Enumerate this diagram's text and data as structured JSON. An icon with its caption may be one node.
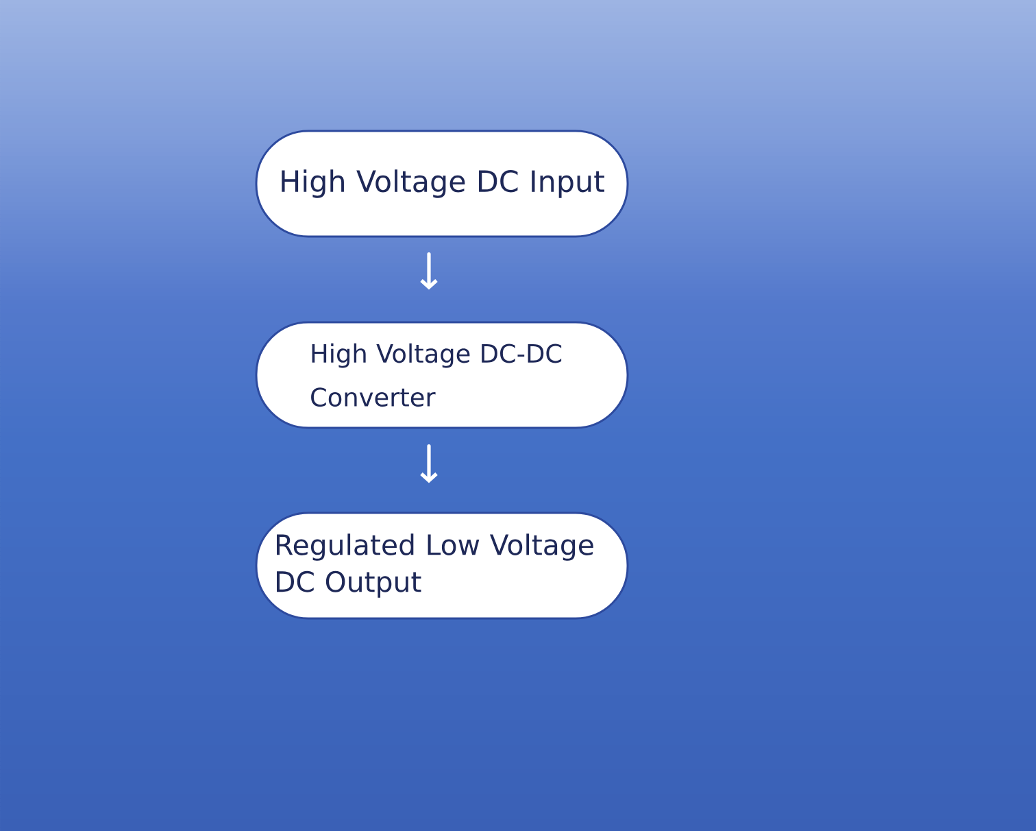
{
  "diagram": {
    "nodes": [
      {
        "text": [
          "High Voltage DC Input"
        ]
      },
      {
        "text": [
          "High Voltage DC-DC Converter"
        ]
      },
      {
        "text": [
          "Regulated Low Voltage DC Output"
        ]
      }
    ],
    "edges": [
      {
        "from": 0,
        "to": 1,
        "arrow": "to"
      },
      {
        "from": 1,
        "to": 2,
        "arrow": "to"
      }
    ]
  }
}
